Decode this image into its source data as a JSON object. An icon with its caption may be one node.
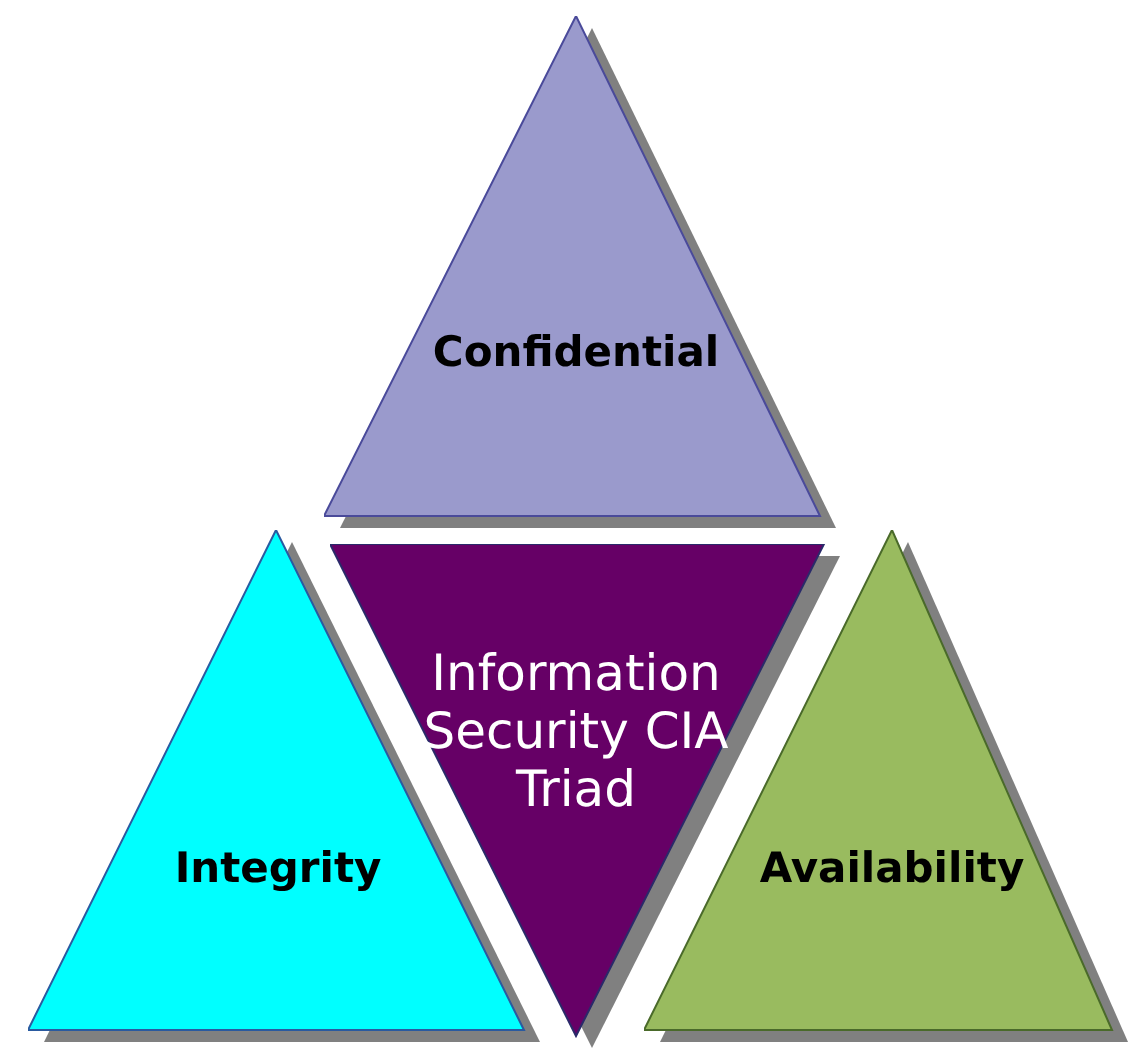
{
  "diagram": {
    "nodes": [
      {
        "text": [
          "Confidential"
        ]
      },
      {
        "text": [
          "Integrity"
        ]
      },
      {
        "text": [
          "Information Security CIA Triad"
        ]
      },
      {
        "text": [
          "Availability"
        ]
      }
    ]
  }
}
